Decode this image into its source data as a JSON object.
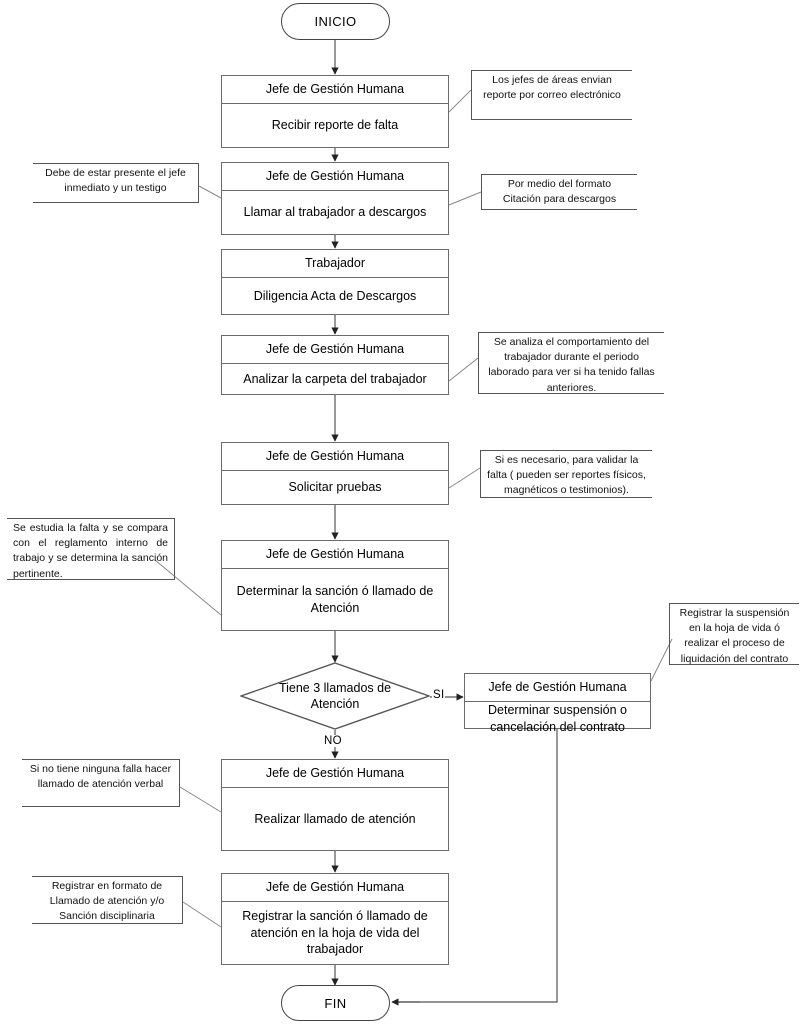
{
  "diagram": {
    "title": "Flujograma proceso disciplinario",
    "type": "flowchart",
    "line_color": "#555555",
    "text_color": "#000000",
    "background": "#ffffff"
  },
  "nodes": {
    "start": {
      "label": "INICIO"
    },
    "end": {
      "label": "FIN"
    },
    "p1": {
      "role": "Jefe de Gestión Humana",
      "action": "Recibir reporte de falta"
    },
    "p2": {
      "role": "Jefe de Gestión Humana",
      "action": "Llamar al trabajador a descargos"
    },
    "p3": {
      "role": "Trabajador",
      "action": "Diligencia Acta de Descargos"
    },
    "p4": {
      "role": "Jefe de Gestión Humana",
      "action": "Analizar la carpeta del trabajador"
    },
    "p5": {
      "role": "Jefe de Gestión Humana",
      "action": "Solicitar pruebas"
    },
    "p6": {
      "role": "Jefe de Gestión Humana",
      "action": "Determinar la sanción ó llamado de Atención"
    },
    "decision": {
      "label": "Tiene 3 llamados de Atención"
    },
    "p7": {
      "role": "Jefe de Gestión Humana",
      "action": "Determinar suspensión o cancelación del contrato"
    },
    "p8": {
      "role": "Jefe de Gestión Humana",
      "action": "Realizar llamado de atención"
    },
    "p9": {
      "role": "Jefe de Gestión Humana",
      "action": "Registrar la sanción ó llamado de atención en la hoja de vida del trabajador"
    }
  },
  "branches": {
    "yes": "SI",
    "no": "NO"
  },
  "notes": {
    "n1": "Los jefes de áreas envian reporte por correo electrónico",
    "n2": "Debe de estar presente el jefe inmediato y un testigo",
    "n3": "Por medio del formato Citación para descargos",
    "n4": "Se analiza el comportamiento del trabajador durante el periodo laborado para ver si ha tenido fallas anteriores.",
    "n5": "Si es necesario,  para validar la falta ( pueden ser reportes físicos, magnéticos o testimonios).",
    "n6": "Se estudia la falta y se compara con el reglamento interno de trabajo y se determina la sanción pertinente.",
    "n7": "Registrar la suspensión en la hoja de vida ó realizar el proceso de liquidación del contrato",
    "n8": "Si no tiene ninguna falla hacer llamado de atención verbal",
    "n9": "Registrar en formato de Llamado de atención y/o Sanción disciplinaria"
  }
}
